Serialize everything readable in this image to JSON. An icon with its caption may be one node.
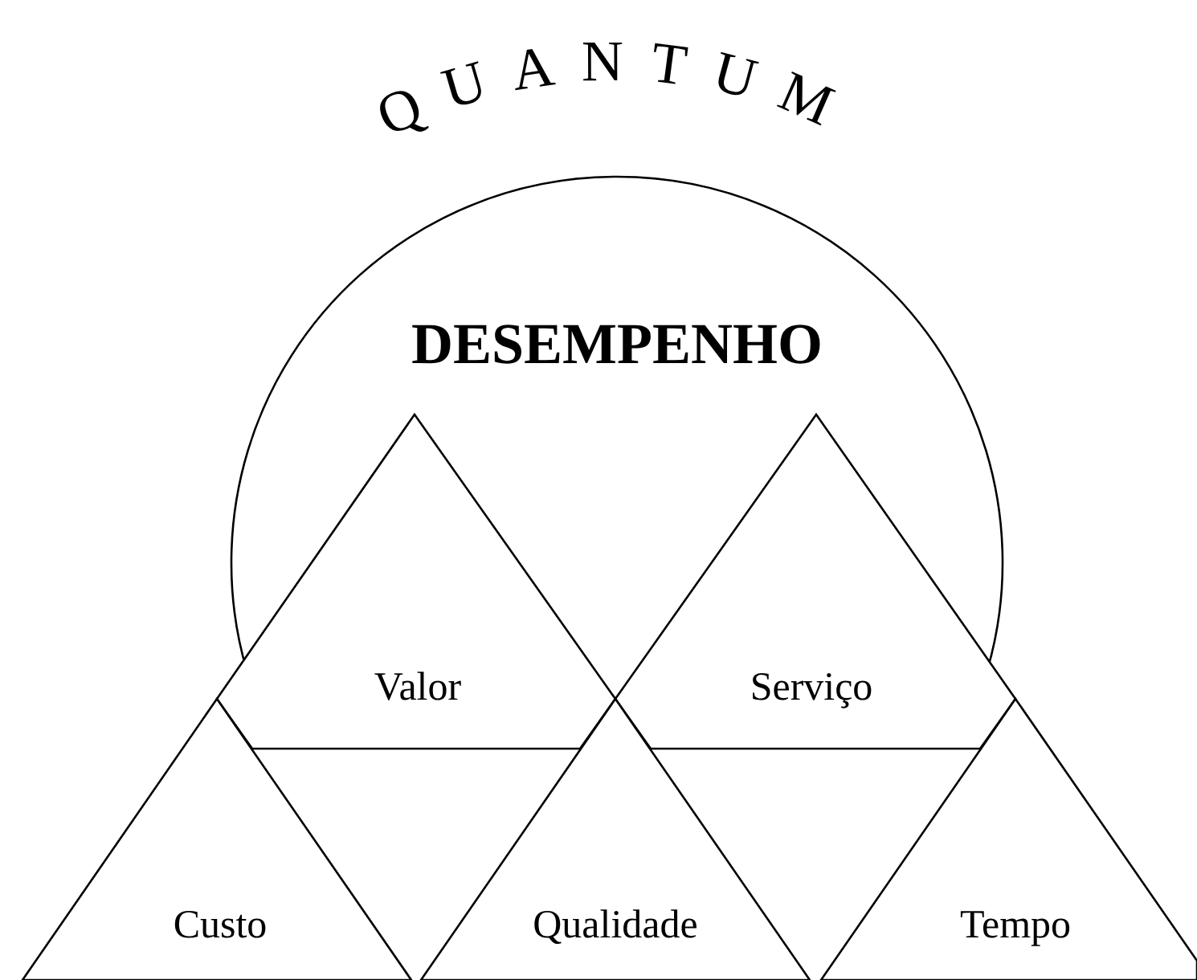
{
  "diagram": {
    "nodes": [
      {
        "text": [
          "QUANTUM",
          "DESEMPENHO"
        ]
      },
      {
        "text": [
          "Valor"
        ]
      },
      {
        "text": [
          "Serviço"
        ]
      },
      {
        "text": [
          "Custo"
        ]
      },
      {
        "text": [
          "Qualidade"
        ]
      },
      {
        "text": [
          "Tempo"
        ]
      }
    ]
  }
}
